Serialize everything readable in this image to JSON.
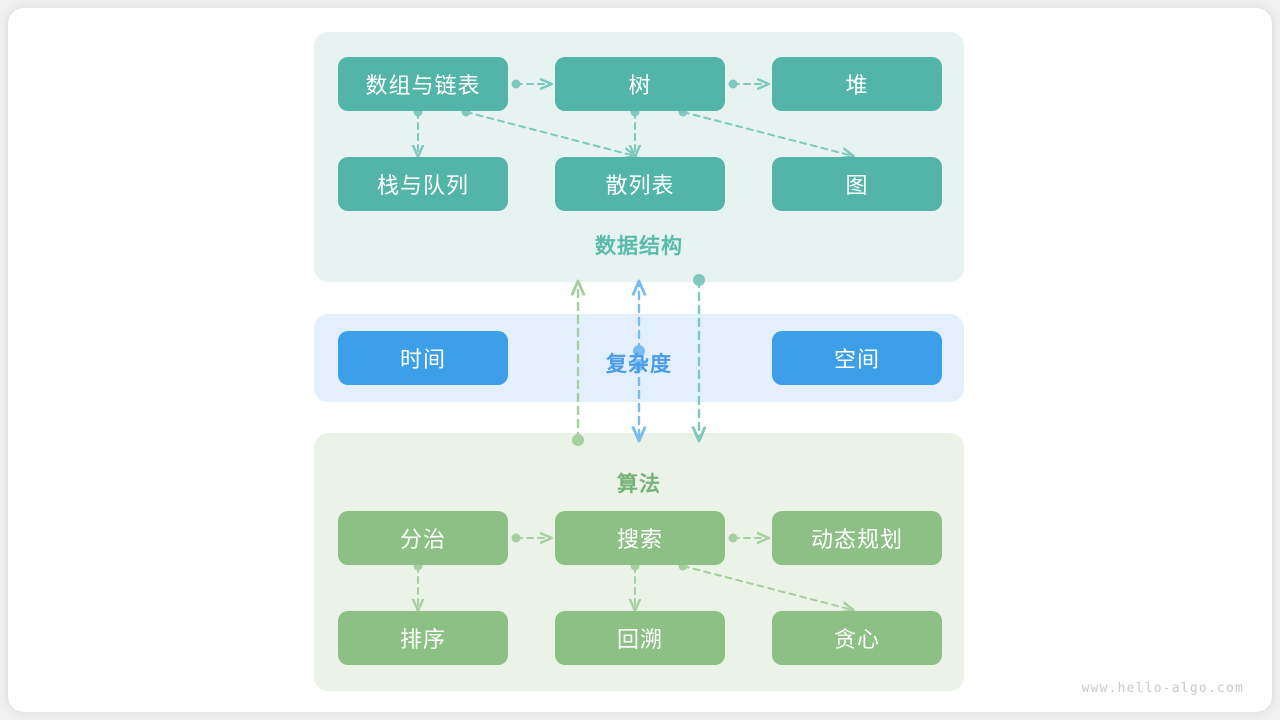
{
  "watermark": "www.hello-algo.com",
  "colors": {
    "canvas_bg": "#f0f0f0",
    "card_bg": "#ffffff",
    "panel_data_structure_bg": "#e6f3f1",
    "panel_complexity_bg": "#e3f0fc",
    "panel_algorithm_bg": "#ebf2e7",
    "node_teal": "#52b5a7",
    "node_blue": "#3c9fe8",
    "node_green": "#8cc084",
    "title_teal": "#5abbab",
    "title_blue": "#4a9be8",
    "title_green": "#76b278",
    "edge_teal": "#7fc8bd",
    "edge_blue": "#79bdee",
    "edge_green": "#a5cf9e",
    "watermark_text": "#c9c9c9"
  },
  "sections": {
    "data_structure": {
      "title": "数据结构",
      "nodes": [
        {
          "id": "array-linkedlist",
          "label": "数组与链表"
        },
        {
          "id": "tree",
          "label": "树"
        },
        {
          "id": "heap",
          "label": "堆"
        },
        {
          "id": "stack-queue",
          "label": "栈与队列"
        },
        {
          "id": "hash-table",
          "label": "散列表"
        },
        {
          "id": "graph",
          "label": "图"
        }
      ]
    },
    "complexity": {
      "title": "复杂度",
      "nodes": [
        {
          "id": "time",
          "label": "时间"
        },
        {
          "id": "space",
          "label": "空间"
        }
      ]
    },
    "algorithm": {
      "title": "算法",
      "nodes": [
        {
          "id": "divide-conquer",
          "label": "分治"
        },
        {
          "id": "search",
          "label": "搜索"
        },
        {
          "id": "dynamic-programming",
          "label": "动态规划"
        },
        {
          "id": "sorting",
          "label": "排序"
        },
        {
          "id": "backtracking",
          "label": "回溯"
        },
        {
          "id": "greedy",
          "label": "贪心"
        }
      ]
    }
  },
  "edges": {
    "data_structure": [
      {
        "from": "数组与链表",
        "to": "树"
      },
      {
        "from": "树",
        "to": "堆"
      },
      {
        "from": "数组与链表",
        "to": "栈与队列"
      },
      {
        "from": "数组与链表",
        "to": "散列表"
      },
      {
        "from": "树",
        "to": "散列表"
      },
      {
        "from": "树",
        "to": "图"
      }
    ],
    "algorithm": [
      {
        "from": "分治",
        "to": "搜索"
      },
      {
        "from": "搜索",
        "to": "动态规划"
      },
      {
        "from": "分治",
        "to": "排序"
      },
      {
        "from": "搜索",
        "to": "回溯"
      },
      {
        "from": "搜索",
        "to": "贪心"
      }
    ],
    "cross_section": [
      {
        "from": "算法",
        "to": "数据结构",
        "color": "green"
      },
      {
        "from": "算法",
        "to": "数据结构",
        "color": "blue"
      },
      {
        "from": "数据结构",
        "to": "算法",
        "color": "teal"
      }
    ]
  }
}
